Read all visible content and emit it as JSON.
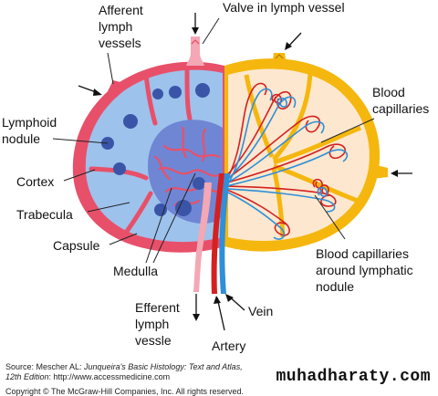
{
  "labels": {
    "afferent_1": "Afferent",
    "afferent_2": "lymph",
    "afferent_3": "vessels",
    "valve": "Valve in lymph vessel",
    "lymphoid_1": "Lymphoid",
    "lymphoid_2": "nodule",
    "cortex": "Cortex",
    "trabecula": "Trabecula",
    "capsule": "Capsule",
    "medulla": "Medulla",
    "efferent_1": "Efferent",
    "efferent_2": "lymph",
    "efferent_3": "vessle",
    "artery": "Artery",
    "vein": "Vein",
    "blood_cap_1": "Blood",
    "blood_cap_2": "capillaries",
    "around_1": "Blood capillaries",
    "around_2": "around lymphatic",
    "around_3": "nodule"
  },
  "footer": {
    "source_prefix": "Source: Mescher AL: ",
    "source_title": "Junqueira's Basic Histology: Text and Atlas,",
    "edition": "12th Edition",
    "url_text": ": http://www.accessmedicine.com",
    "copyright": "Copyright © The McGraw-Hill Companies, Inc. All rights reserved."
  },
  "watermark": "muhadharaty.com",
  "colors": {
    "capsule": "#e8506a",
    "cortex": "#9dc2ec",
    "medulla": "#6f86d4",
    "nodule": "#3a55a8",
    "yellow_side": "#f5b70e",
    "artery": "#d42020",
    "vein": "#2f8fd8"
  }
}
